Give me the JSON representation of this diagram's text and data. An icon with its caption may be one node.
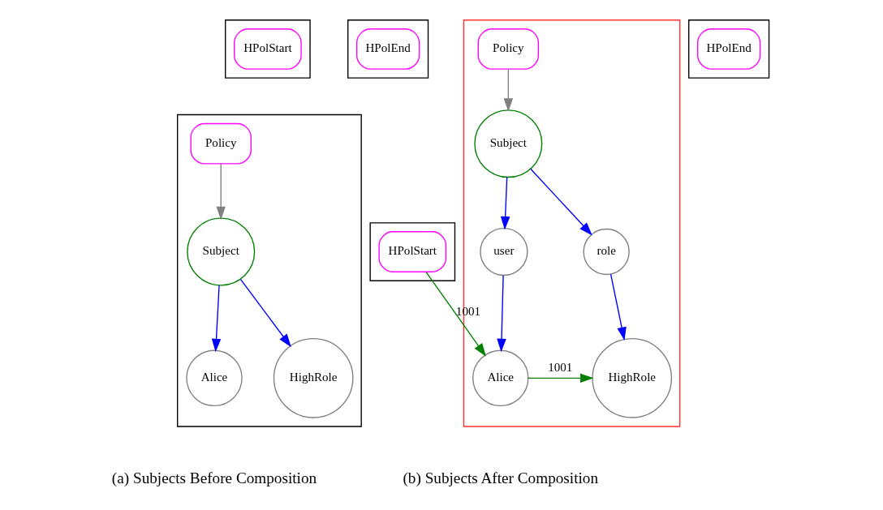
{
  "diagram": {
    "nodes": [
      {
        "text": [],
        "shape": "box"
      },
      {
        "text": [
          "Policy"
        ],
        "in": 0
      },
      {
        "text": [
          "Subject"
        ],
        "in": 0
      },
      {
        "text": [
          "Alice"
        ],
        "in": 0
      },
      {
        "text": [
          "HighRole"
        ],
        "in": 0
      },
      {
        "text": [],
        "shape": "box"
      },
      {
        "text": [
          "HPolStart"
        ],
        "in": 5
      },
      {
        "text": [],
        "shape": "box"
      },
      {
        "text": [
          "HPolEnd"
        ],
        "in": 7
      },
      {
        "text": [],
        "shape": "box"
      },
      {
        "text": [
          "HPolStart"
        ],
        "in": 9
      },
      {
        "text": [],
        "shape": "box"
      },
      {
        "text": [
          "Policy"
        ],
        "in": 11
      },
      {
        "text": [
          "Subject"
        ],
        "in": 11
      },
      {
        "text": [
          "user"
        ],
        "in": 11
      },
      {
        "text": [
          "role"
        ],
        "in": 11
      },
      {
        "text": [
          "Alice"
        ],
        "in": 11
      },
      {
        "text": [
          "HighRole"
        ],
        "in": 11
      },
      {
        "text": [],
        "shape": "box"
      },
      {
        "text": [
          "HPolEnd"
        ],
        "in": 18
      }
    ],
    "edges": [
      {
        "from": 1,
        "to": 2,
        "arrow": "to",
        "color": "#808080"
      },
      {
        "from": 2,
        "to": 3,
        "arrow": "to"
      },
      {
        "from": 2,
        "to": 4,
        "arrow": "to"
      },
      {
        "from": 12,
        "to": 13,
        "arrow": "to",
        "color": "#808080"
      },
      {
        "from": 13,
        "to": 14,
        "arrow": "to"
      },
      {
        "from": 13,
        "to": 15,
        "arrow": "to"
      },
      {
        "from": 14,
        "to": 16,
        "arrow": "to"
      },
      {
        "from": 15,
        "to": 17,
        "arrow": "to"
      },
      {
        "from": 10,
        "to": 16,
        "arrow": "to",
        "label": "1001",
        "color": "#008000"
      },
      {
        "from": 16,
        "to": 17,
        "arrow": "to",
        "label": "1001",
        "color": "#008000"
      }
    ],
    "labels": [
      "(a) Subjects Before Composition",
      "(b) Subjects After Composition"
    ]
  }
}
